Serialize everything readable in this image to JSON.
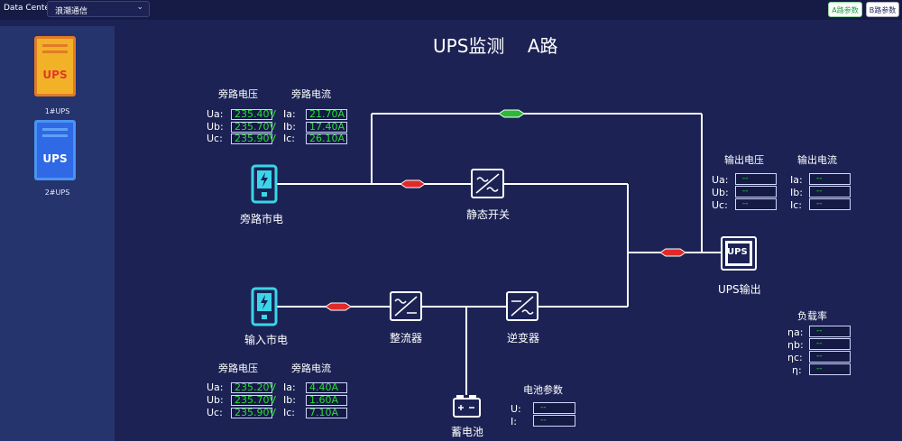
{
  "topbar": {
    "label": "Data Center",
    "select_value": "浪潮通信",
    "btn_a": "A路参数",
    "btn_b": "B路参数"
  },
  "sidebar": {
    "items": [
      {
        "icon_text": "UPS",
        "caption": "1#UPS",
        "color": "#f2b227"
      },
      {
        "icon_text": "UPS",
        "caption": "2#UPS",
        "color": "#2f69e6"
      }
    ]
  },
  "title": "UPS监测    A路",
  "bypass_top": {
    "voltage_header": "旁路电压",
    "current_header": "旁路电流",
    "rows": [
      {
        "vlabel": "Ua:",
        "vvalue": "235.40V",
        "clabel": "Ia:",
        "cvalue": "21.70A"
      },
      {
        "vlabel": "Ub:",
        "vvalue": "235.70V",
        "clabel": "Ib:",
        "cvalue": "17.40A"
      },
      {
        "vlabel": "Uc:",
        "vvalue": "235.90V",
        "clabel": "Ic:",
        "cvalue": "26.10A"
      }
    ]
  },
  "bypass_bottom": {
    "voltage_header": "旁路电压",
    "current_header": "旁路电流",
    "rows": [
      {
        "vlabel": "Ua:",
        "vvalue": "235.20V",
        "clabel": "Ia:",
        "cvalue": "4.40A"
      },
      {
        "vlabel": "Ub:",
        "vvalue": "235.70V",
        "clabel": "Ib:",
        "cvalue": "1.60A"
      },
      {
        "vlabel": "Uc:",
        "vvalue": "235.90V",
        "clabel": "Ic:",
        "cvalue": "7.10A"
      }
    ]
  },
  "output": {
    "voltage_header": "输出电压",
    "current_header": "输出电流",
    "rows": [
      {
        "vlabel": "Ua:",
        "vvalue": "--",
        "clabel": "Ia:",
        "cvalue": "--"
      },
      {
        "vlabel": "Ub:",
        "vvalue": "--",
        "clabel": "Ib:",
        "cvalue": "--"
      },
      {
        "vlabel": "Uc:",
        "vvalue": "--",
        "clabel": "Ic:",
        "cvalue": "--"
      }
    ]
  },
  "load": {
    "header": "负载率",
    "rows": [
      {
        "label": "ηa:",
        "value": "--"
      },
      {
        "label": "ηb:",
        "value": "--"
      },
      {
        "label": "ηc:",
        "value": "--"
      },
      {
        "label": "η:",
        "value": "--"
      }
    ]
  },
  "battery": {
    "header": "电池参数",
    "rows": [
      {
        "label": "U:",
        "value": "--"
      },
      {
        "label": "I:",
        "value": "--"
      }
    ]
  },
  "nodes": {
    "bypass_mains": "旁路市电",
    "input_mains": "输入市电",
    "static_switch": "静态开关",
    "rectifier": "整流器",
    "inverter": "逆变器",
    "battery": "蓄电池",
    "ups_output": "UPS输出",
    "ups_output_icon_text": "UPS"
  },
  "colors": {
    "background": "#1c2354",
    "sidebar": "#25346d",
    "value_green": "#2ddb3c",
    "flow_red": "#e02a2a",
    "flow_green": "#2db83c",
    "mains_icon": "#3ad5e8"
  }
}
